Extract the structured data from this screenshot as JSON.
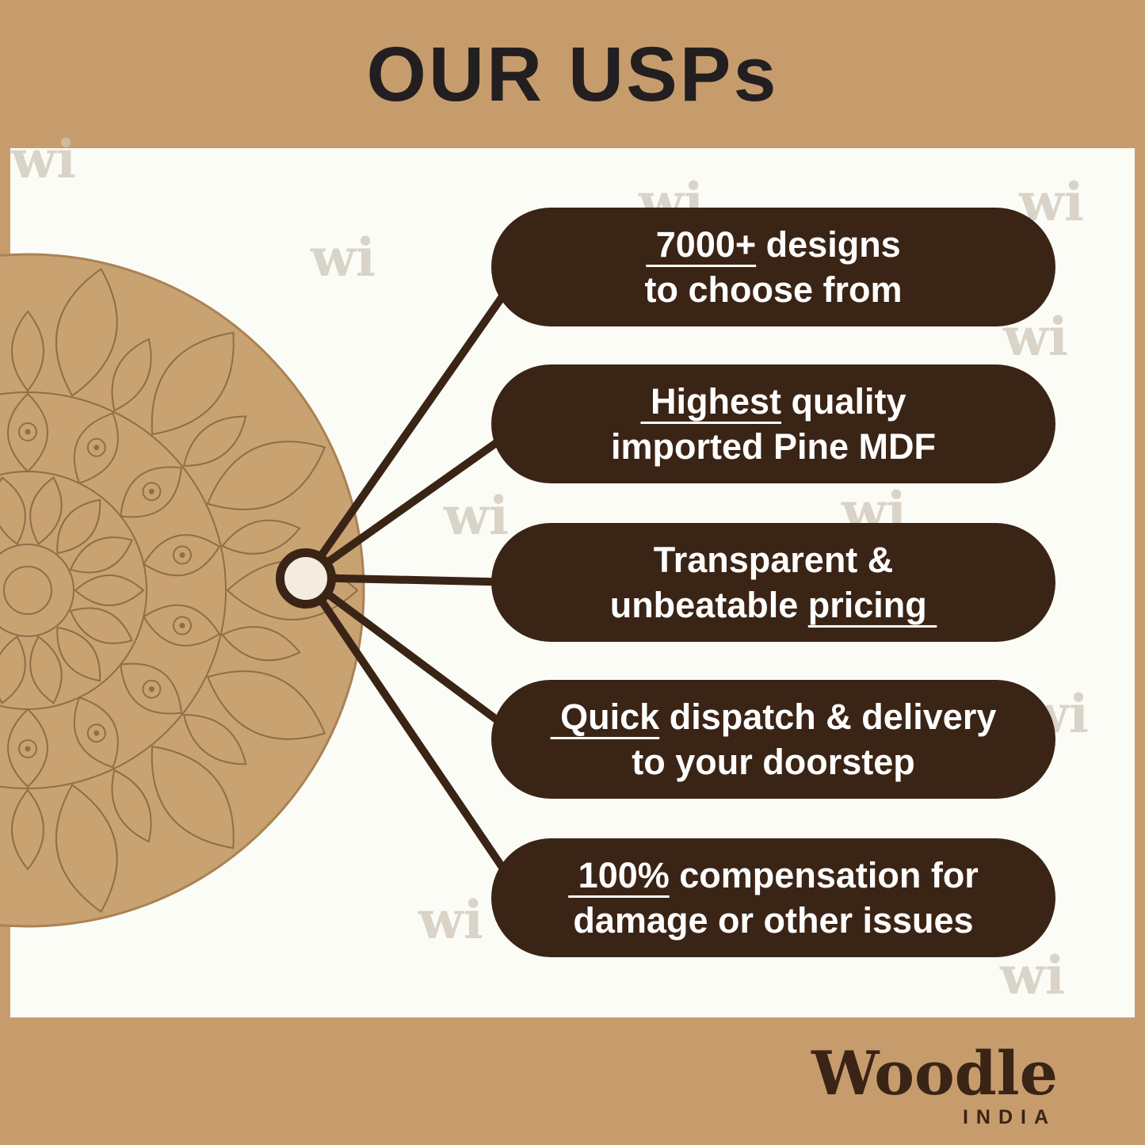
{
  "header": {
    "title": "OUR USPs"
  },
  "diagram": {
    "watermark_text": "wi",
    "usps": [
      {
        "lines": [
          [
            {
              "t": " 7000+",
              "u": true
            },
            {
              "t": " designs",
              "u": false
            }
          ],
          [
            {
              "t": "to choose from",
              "u": false
            }
          ]
        ]
      },
      {
        "lines": [
          [
            {
              "t": " Highest",
              "u": true
            },
            {
              "t": " quality",
              "u": false
            }
          ],
          [
            {
              "t": "imported Pine MDF",
              "u": false
            }
          ]
        ]
      },
      {
        "lines": [
          [
            {
              "t": "Transparent &",
              "u": false
            }
          ],
          [
            {
              "t": "unbeatable ",
              "u": false
            },
            {
              "t": "pricing ",
              "u": true
            }
          ]
        ]
      },
      {
        "lines": [
          [
            {
              "t": " Quick",
              "u": true
            },
            {
              "t": " dispatch & delivery",
              "u": false
            }
          ],
          [
            {
              "t": "to your doorstep",
              "u": false
            }
          ]
        ]
      },
      {
        "lines": [
          [
            {
              "t": " 100%",
              "u": true
            },
            {
              "t": " compensation for",
              "u": false
            }
          ],
          [
            {
              "t": "damage or other issues",
              "u": false
            }
          ]
        ]
      }
    ]
  },
  "footer": {
    "brand": "Woodle",
    "country": "INDIA"
  },
  "colors": {
    "band": "#c79c6d",
    "background": "#fcfcf7",
    "pill": "#3a2415",
    "pill_text": "#ffffff",
    "title_text": "#231f20",
    "mdf_board": "#c9a272",
    "mdf_line": "#8f6d47",
    "hub_fill": "#f3ecdf",
    "watermark": "#cdc6b8"
  }
}
